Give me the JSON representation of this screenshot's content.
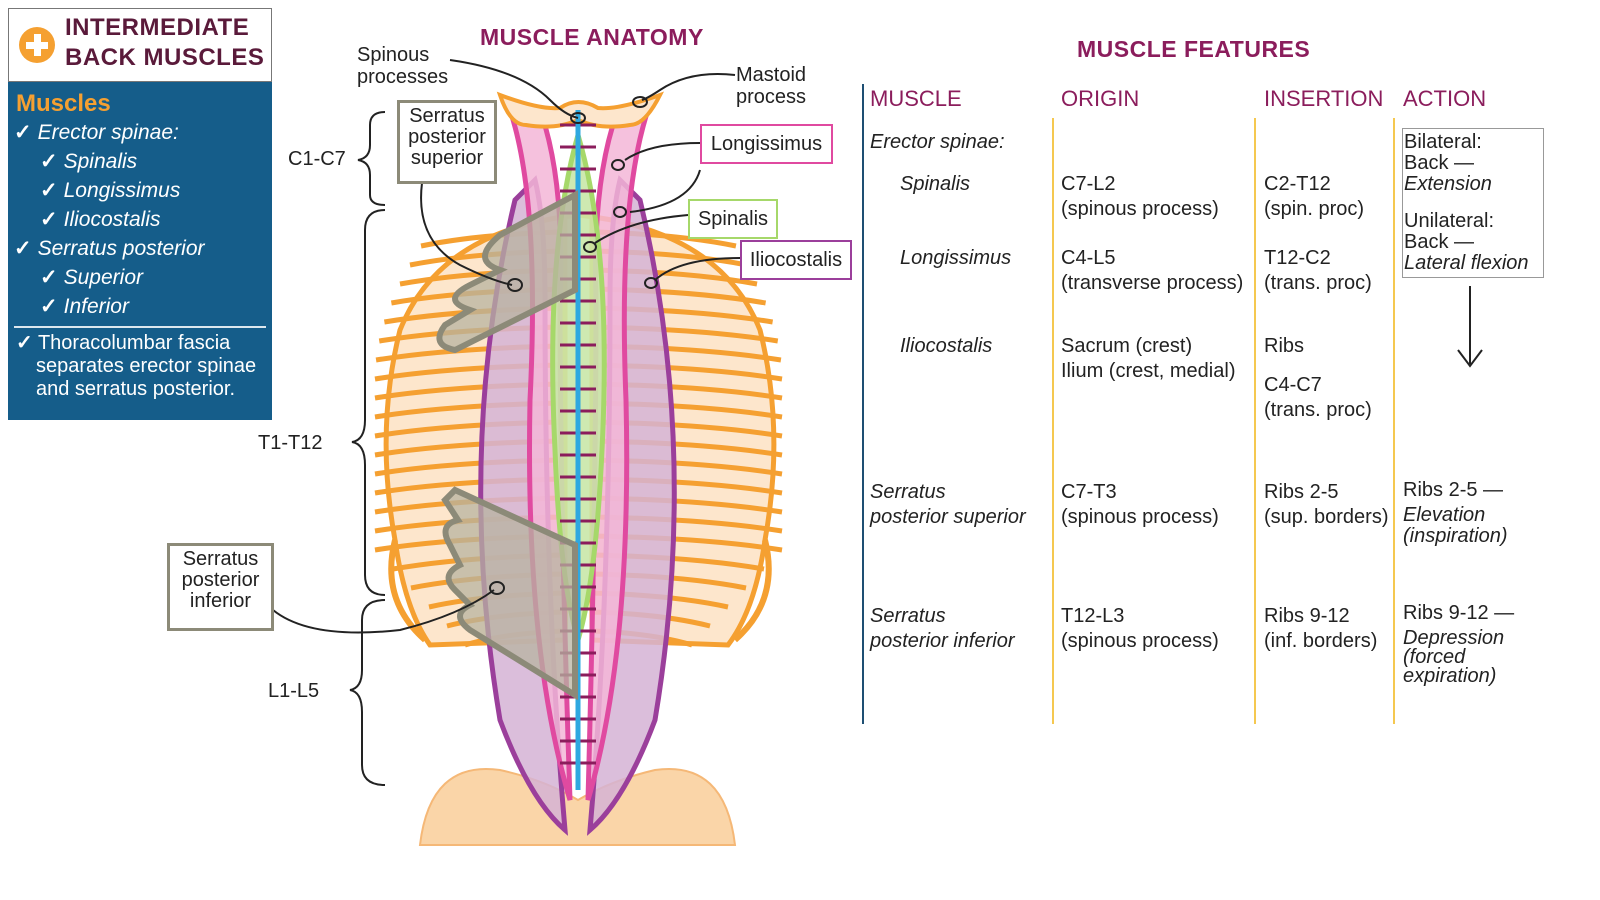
{
  "title": {
    "line1": "INTERMEDIATE",
    "line2": "BACK MUSCLES"
  },
  "sidebar": {
    "heading": "Muscles",
    "items": [
      {
        "label": "Erector spinae:",
        "level": 1
      },
      {
        "label": "Spinalis",
        "level": 2
      },
      {
        "label": "Longissimus",
        "level": 2
      },
      {
        "label": "Iliocostalis",
        "level": 2
      },
      {
        "label": "Serratus posterior",
        "level": 1
      },
      {
        "label": "Superior",
        "level": 2
      },
      {
        "label": "Inferior",
        "level": 2
      }
    ],
    "note": {
      "line1": "Thoracolumbar fascia",
      "line2": "separates erector spinae",
      "line3": "and serratus posterior."
    },
    "check": "✓"
  },
  "anatomy": {
    "heading": "MUSCLE ANATOMY",
    "labels": {
      "spinous": {
        "line1": "Spinous",
        "line2": "processes"
      },
      "mastoid": {
        "line1": "Mastoid",
        "line2": "process"
      },
      "sps": {
        "line1": "Serratus",
        "line2": "posterior",
        "line3": "superior"
      },
      "spi": {
        "line1": "Serratus",
        "line2": "posterior",
        "line3": "inferior"
      },
      "longissimus": "Longissimus",
      "spinalis": "Spinalis",
      "iliocostalis": "Iliocostalis"
    },
    "regions": {
      "c": "C1-C7",
      "t": "T1-T12",
      "l": "L1-L5"
    },
    "colors": {
      "rib": "#f5a031",
      "spinalis": "#a6d86a",
      "longissimus": "#e04aa0",
      "iliocostalis": "#9b3f9b",
      "serratus": "#8c8a78",
      "spine": "#2ea8e0",
      "pelvis": "#fad5a8"
    }
  },
  "features": {
    "heading": "MUSCLE FEATURES",
    "columns": {
      "muscle": "MUSCLE",
      "origin": "ORIGIN",
      "insertion": "INSERTION",
      "action": "ACTION"
    },
    "erector_label": "Erector spinae:",
    "rows": {
      "spinalis": {
        "muscle": "Spinalis",
        "origin1": "C7-L2",
        "origin2": "(spinous process)",
        "ins1": "C2-T12",
        "ins2": "(spin. proc)"
      },
      "longissimus": {
        "muscle": "Longissimus",
        "origin1": "C4-L5",
        "origin2": "(transverse process)",
        "ins1": "T12-C2",
        "ins2": "(trans. proc)"
      },
      "iliocostalis": {
        "muscle": "Iliocostalis",
        "origin1": "Sacrum (crest)",
        "origin2": "Ilium (crest, medial)",
        "ins1": "Ribs",
        "ins2": "C4-C7",
        "ins3": "(trans. proc)"
      },
      "sps": {
        "muscle1": "Serratus",
        "muscle2": "posterior superior",
        "origin1": "C7-T3",
        "origin2": "(spinous process)",
        "ins1": "Ribs 2-5",
        "ins2": "(sup. borders)",
        "act1": "Ribs 2-5 —",
        "act2": "Elevation",
        "act3": "(inspiration)"
      },
      "spi": {
        "muscle1": "Serratus",
        "muscle2": "posterior inferior",
        "origin1": "T12-L3",
        "origin2": "(spinous process)",
        "ins1": "Ribs 9-12",
        "ins2": "(inf. borders)",
        "act1": "Ribs 9-12 —",
        "act2": "Depression",
        "act3": "(forced",
        "act4": "expiration)"
      }
    },
    "erector_action": {
      "bi1": "Bilateral:",
      "bi2": "Back —",
      "bi3": "Extension",
      "uni1": "Unilateral:",
      "uni2": "Back —",
      "uni3": "Lateral flexion"
    }
  }
}
